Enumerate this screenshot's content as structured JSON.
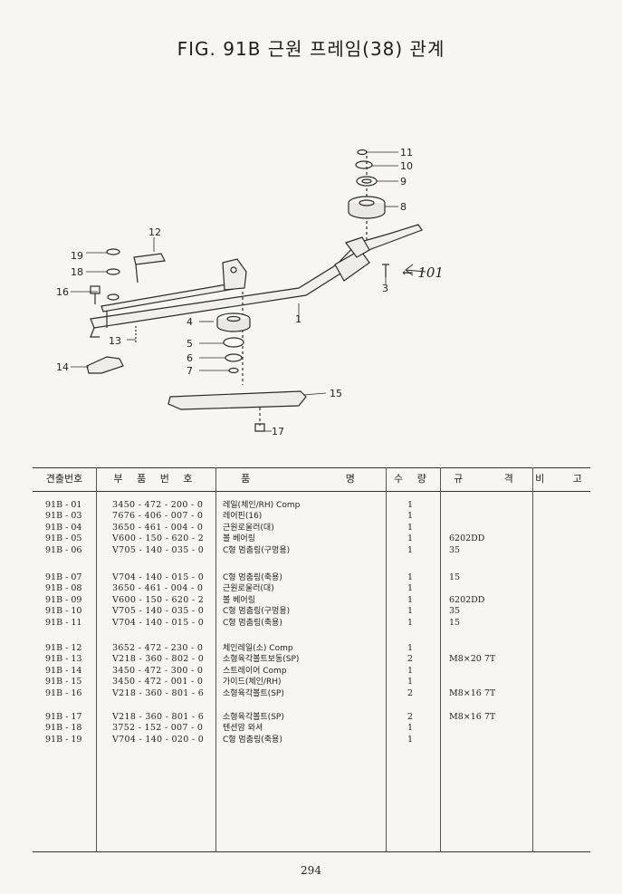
{
  "title": "FIG. 91B 근원 프레임(38) 관계",
  "page_number": "294",
  "diagram": {
    "callouts": [
      "1",
      "3",
      "4",
      "5",
      "6",
      "7",
      "8",
      "9",
      "10",
      "11",
      "12",
      "13",
      "14",
      "15",
      "16",
      "17",
      "18",
      "19"
    ],
    "handwritten_note": "← 101"
  },
  "table": {
    "headers": {
      "no": "견출번호",
      "part_no": "부 품 번 호",
      "name": "품 명",
      "qty": "수 량",
      "spec": "규 격",
      "remark": "비 고"
    },
    "groups": [
      [
        {
          "no": "91B - 01",
          "part": "3450 - 472 - 200 - 0",
          "name": "레일(체인/RH) Comp",
          "qty": "1",
          "spec": ""
        },
        {
          "no": "91B - 03",
          "part": "7676 - 406 - 007 - 0",
          "name": "레어핀(16)",
          "qty": "1",
          "spec": ""
        },
        {
          "no": "91B - 04",
          "part": "3650 - 461 - 004 - 0",
          "name": "근원로울러(대)",
          "qty": "1",
          "spec": ""
        },
        {
          "no": "91B - 05",
          "part": "V600 - 150 - 620 - 2",
          "name": "볼 베어링",
          "qty": "1",
          "spec": "6202DD"
        },
        {
          "no": "91B - 06",
          "part": "V705 - 140 - 035 - 0",
          "name": "C형 멈춤링(구멍용)",
          "qty": "1",
          "spec": "35"
        }
      ],
      [
        {
          "no": "91B - 07",
          "part": "V704 - 140 - 015 - 0",
          "name": "C형 멈춤링(축용)",
          "qty": "1",
          "spec": "15"
        },
        {
          "no": "91B - 08",
          "part": "3650 - 461 - 004 - 0",
          "name": "근원로울러(대)",
          "qty": "1",
          "spec": ""
        },
        {
          "no": "91B - 09",
          "part": "V600 - 150 - 620 - 2",
          "name": "볼 베어링",
          "qty": "1",
          "spec": "6202DD"
        },
        {
          "no": "91B - 10",
          "part": "V705 - 140 - 035 - 0",
          "name": "C형 멈춤링(구멍용)",
          "qty": "1",
          "spec": "35"
        },
        {
          "no": "91B - 11",
          "part": "V704 - 140 - 015 - 0",
          "name": "C형 멈춤링(축용)",
          "qty": "1",
          "spec": "15"
        }
      ],
      [
        {
          "no": "91B - 12",
          "part": "3652 - 472 - 230 - 0",
          "name": "체인레일(소) Comp",
          "qty": "1",
          "spec": ""
        },
        {
          "no": "91B - 13",
          "part": "V218 - 360 - 802 - 0",
          "name": "소형육각볼트보동(SP)",
          "qty": "2",
          "spec": "M8×20 7T"
        },
        {
          "no": "91B - 14",
          "part": "3450 - 472 - 300 - 0",
          "name": "스트레이어 Comp",
          "qty": "1",
          "spec": ""
        },
        {
          "no": "91B - 15",
          "part": "3450 - 472 - 001 - 0",
          "name": "가이드(체인/RH)",
          "qty": "1",
          "spec": ""
        },
        {
          "no": "91B - 16",
          "part": "V218 - 360 - 801 - 6",
          "name": "소형육각볼트(SP)",
          "qty": "2",
          "spec": "M8×16 7T"
        }
      ],
      [
        {
          "no": "91B - 17",
          "part": "V218 - 360 - 801 - 6",
          "name": "소형육각볼트(SP)",
          "qty": "2",
          "spec": "M8×16 7T"
        },
        {
          "no": "91B - 18",
          "part": "3752 - 152 - 007 - 0",
          "name": "텐션암 와셔",
          "qty": "1",
          "spec": ""
        },
        {
          "no": "91B - 19",
          "part": "V704 - 140 - 020 - 0",
          "name": "C형 멈춤링(축용)",
          "qty": "1",
          "spec": ""
        }
      ]
    ]
  }
}
